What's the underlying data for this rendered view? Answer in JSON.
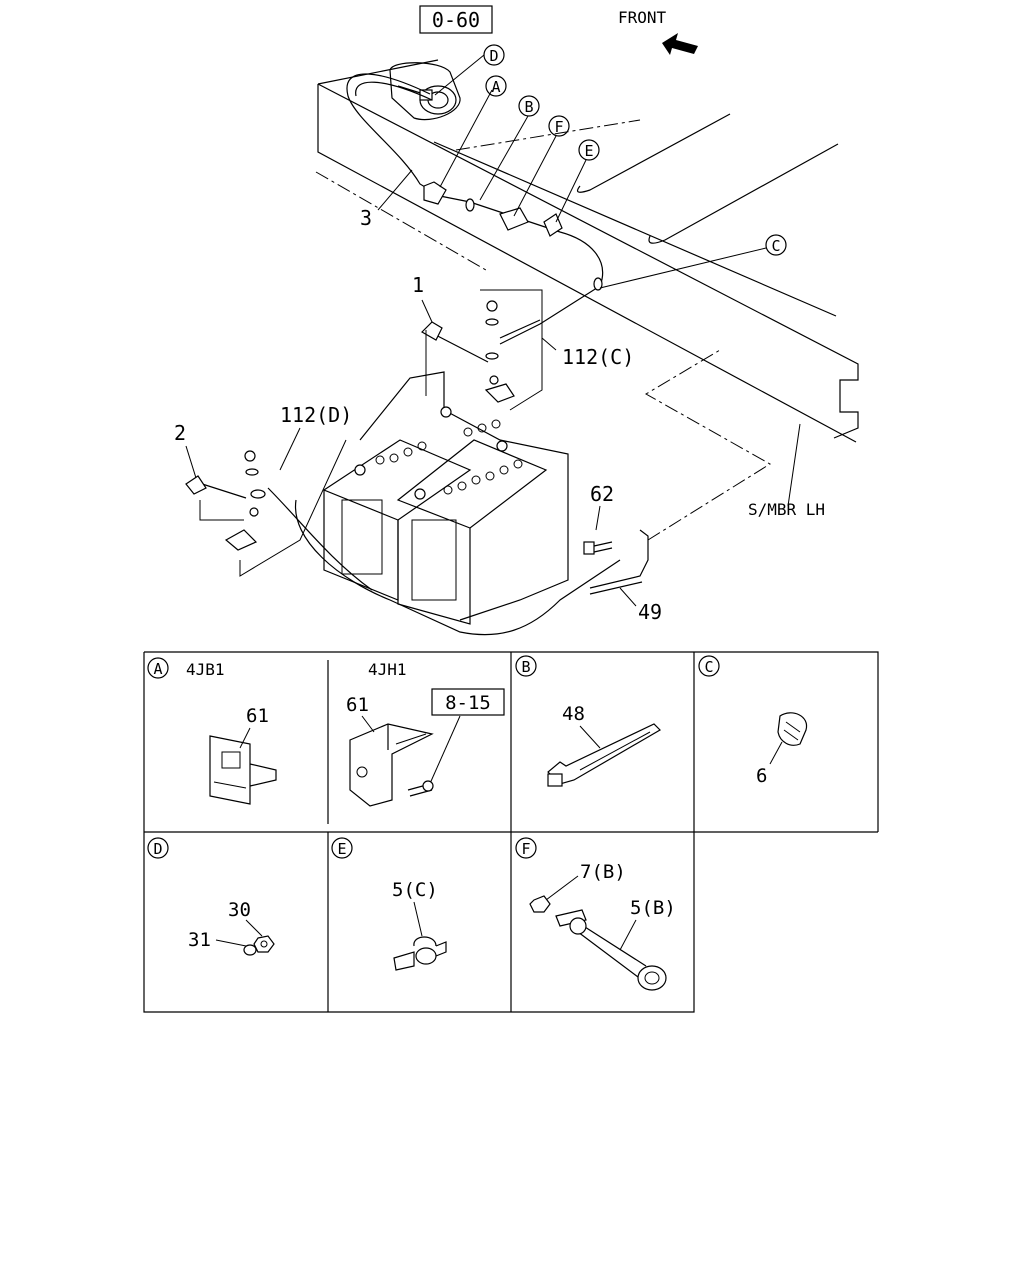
{
  "top_diagram": {
    "ref_box": "0-60",
    "front_label": "FRONT",
    "frame_label": "S/MBR LH",
    "callouts": {
      "n1": "1",
      "n2": "2",
      "n3": "3",
      "n112c": "112(C)",
      "n112d": "112(D)",
      "n62": "62",
      "n49": "49"
    },
    "letters": {
      "a": "A",
      "b": "B",
      "c": "C",
      "d": "D",
      "e": "E",
      "f": "F"
    }
  },
  "detail_grid": {
    "cells": {
      "a_4jb1": {
        "letter": "A",
        "engine": "4JB1",
        "part": "61"
      },
      "a_4jh1": {
        "engine": "4JH1",
        "part": "61",
        "ref_box": "8-15"
      },
      "b": {
        "letter": "B",
        "part": "48"
      },
      "c": {
        "letter": "C",
        "part": "6"
      },
      "d": {
        "letter": "D",
        "part_1": "30",
        "part_2": "31"
      },
      "e": {
        "letter": "E",
        "part": "5(C)"
      },
      "f": {
        "letter": "F",
        "part_1": "7(B)",
        "part_2": "5(B)"
      }
    }
  }
}
